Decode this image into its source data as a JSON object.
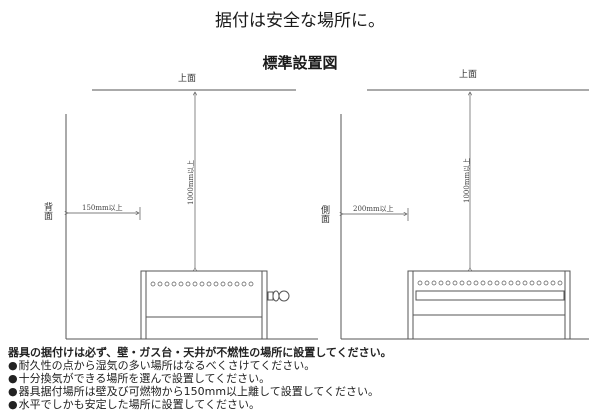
{
  "title": "据付は安全な場所に。",
  "subtitle": "標準設置図",
  "diagrams": [
    {
      "name": "back",
      "top_label": "上面",
      "wall_label": "背面",
      "horizontal_clearance": "150mm以上",
      "vertical_clearance": "1000mm以上"
    },
    {
      "name": "side",
      "top_label": "上面",
      "wall_label": "側面",
      "horizontal_clearance": "200mm以上",
      "vertical_clearance": "1000mm以上"
    }
  ],
  "notes": {
    "heading": "器具の据付けは必ず、壁・ガス台・天井が不燃性の場所に設置してください。",
    "items": [
      "耐久性の点から湿気の多い場所はなるべくさけてください。",
      "十分換気ができる場所を選んで設置してください。",
      "器具据付場所は壁及び可燃物から150mm以上離して設置してください。",
      "水平でしかも安定した場所に設置してください。"
    ]
  }
}
